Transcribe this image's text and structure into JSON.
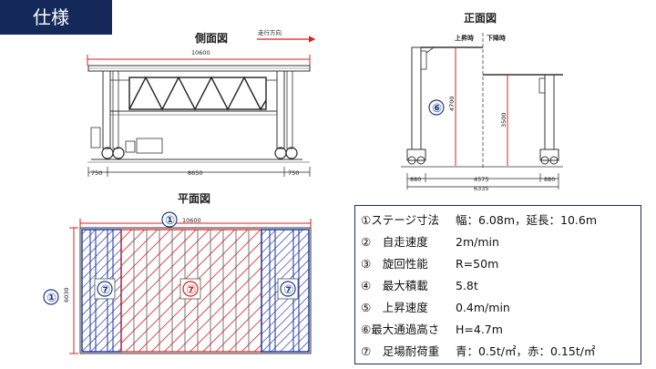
{
  "title": "仕様",
  "side_view": {
    "title": "側面図",
    "direction": "走行方向",
    "total_length": "10600",
    "dims": [
      "750",
      "8650",
      "750"
    ]
  },
  "front_view": {
    "title": "正面図",
    "raised": "上昇時",
    "lowered": "下降時",
    "marker": "⑥",
    "height_raised": "4700",
    "height_lowered": "3500",
    "dims": [
      "880",
      "4575",
      "880"
    ],
    "total_width": "6335"
  },
  "plan_view": {
    "title": "平面図",
    "marker_length": "①",
    "length": "10600",
    "marker_width": "①",
    "width": "6030",
    "marker_left": "⑦",
    "marker_center": "⑦",
    "marker_right": "⑦"
  },
  "specs": [
    {
      "label": "①ステージ寸法",
      "value": "幅：6.08m，延長：10.6m"
    },
    {
      "label": "②　自走速度",
      "value": "2m/min"
    },
    {
      "label": "③　旋回性能",
      "value": "R=50m"
    },
    {
      "label": "④　最大積載",
      "value": "5.8t"
    },
    {
      "label": "⑤　上昇速度",
      "value": "0.4m/min"
    },
    {
      "label": "⑥最大通過高さ",
      "value": "H=4.7m"
    },
    {
      "label": "⑦　足場耐荷重",
      "value": "青：0.5t/㎡，赤：0.15t/㎡"
    }
  ],
  "colors": {
    "title_bg": "#14285a",
    "accent_red": "#d42020",
    "blue": "#1a2fa0",
    "marker_blue": "#1f3a8a"
  }
}
